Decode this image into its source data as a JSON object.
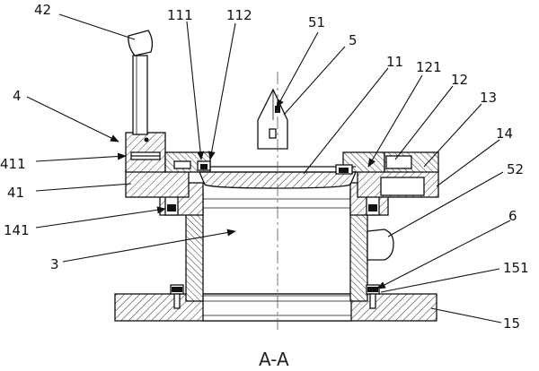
{
  "labels": {
    "l42": "42",
    "l111": "111",
    "l112": "112",
    "l51": "51",
    "l5": "5",
    "l11": "11",
    "l121": "121",
    "l12": "12",
    "l13": "13",
    "l4": "4",
    "l14": "14",
    "l411": "411",
    "l52": "52",
    "l41": "41",
    "l141": "141",
    "l6": "6",
    "l3": "3",
    "l151": "151",
    "l15": "15"
  },
  "caption": "A-A"
}
